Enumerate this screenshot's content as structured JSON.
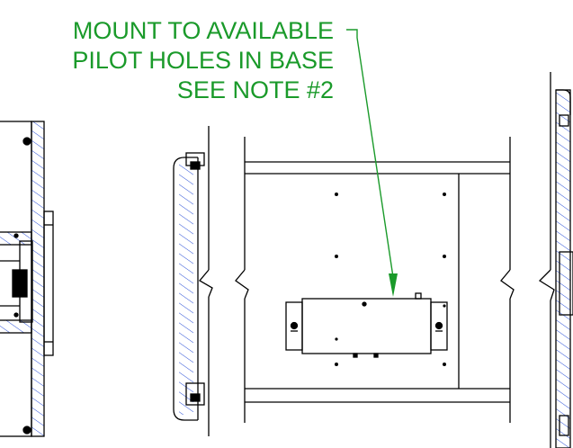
{
  "callout": {
    "line1": "MOUNT TO AVAILABLE",
    "line2": "PILOT HOLES IN BASE",
    "line3": "SEE NOTE #2"
  },
  "colors": {
    "linework": "#000000",
    "hatch": "#2a4fd6",
    "callout": "#1a9a2a",
    "background": "#ffffff"
  }
}
